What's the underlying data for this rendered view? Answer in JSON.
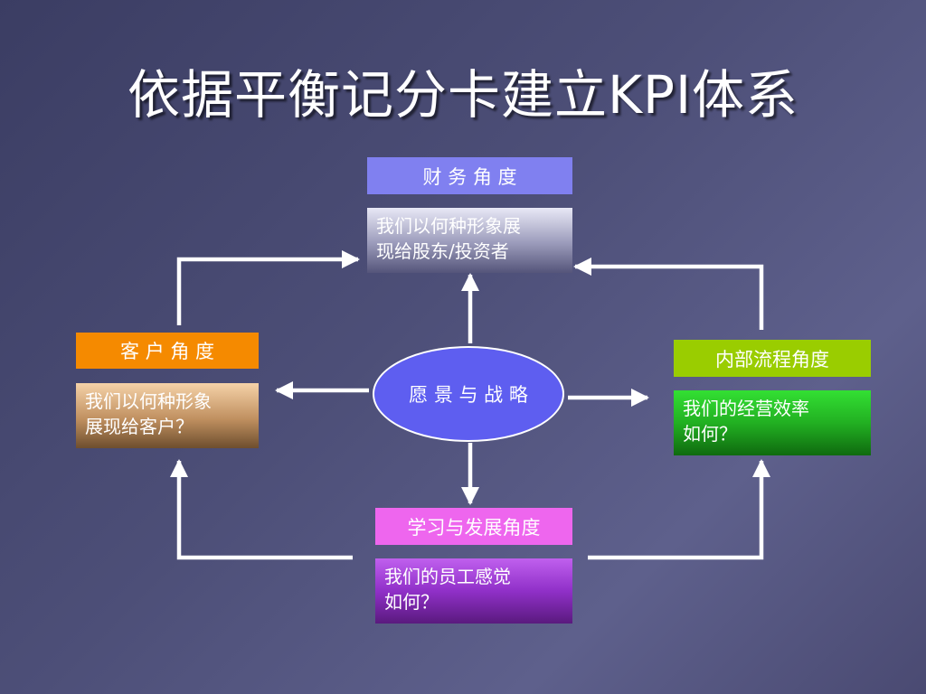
{
  "title": "依据平衡记分卡建立KPI体系",
  "center": {
    "label": "愿 景 与 战 略",
    "color": "#5e5ef0"
  },
  "perspectives": {
    "financial": {
      "label": "财 务 角 度",
      "question": "我们以何种形象展\n现给股东/投资者",
      "label_color": "#8080f0",
      "question_color": "#8a8aa8"
    },
    "customer": {
      "label": "客 户 角 度",
      "question": "我们以何种形象\n展现给客户？",
      "label_color": "#f58a00",
      "question_color": "#b0845a"
    },
    "internal": {
      "label": "内部流程角度",
      "question": "我们的经营效率\n如何？",
      "label_color": "#9acd00",
      "question_color": "#22b022"
    },
    "learning": {
      "label": "学习与发展角度",
      "question": "我们的员工感觉\n如何？",
      "label_color": "#ee66ee",
      "question_color": "#9932cc"
    }
  }
}
